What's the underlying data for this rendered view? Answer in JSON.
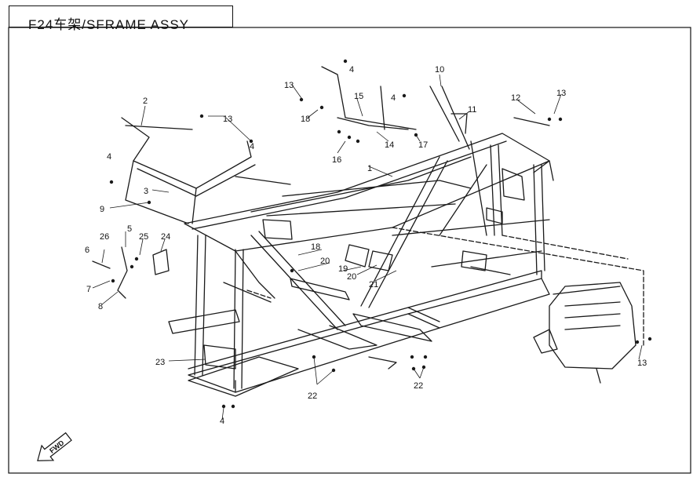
{
  "title": "F24车架/SFRAME ASSY",
  "callouts": [
    {
      "id": "c1",
      "text": "1"
    },
    {
      "id": "c2",
      "text": "2"
    },
    {
      "id": "c3",
      "text": "3"
    },
    {
      "id": "c4a",
      "text": "4"
    },
    {
      "id": "c4b",
      "text": "4"
    },
    {
      "id": "c4c",
      "text": "4"
    },
    {
      "id": "c4d",
      "text": "4"
    },
    {
      "id": "c4e",
      "text": "4"
    },
    {
      "id": "c5",
      "text": "5"
    },
    {
      "id": "c6",
      "text": "6"
    },
    {
      "id": "c7",
      "text": "7"
    },
    {
      "id": "c8",
      "text": "8"
    },
    {
      "id": "c9",
      "text": "9"
    },
    {
      "id": "c10",
      "text": "10"
    },
    {
      "id": "c11",
      "text": "11"
    },
    {
      "id": "c12",
      "text": "12"
    },
    {
      "id": "c13a",
      "text": "13"
    },
    {
      "id": "c13b",
      "text": "13"
    },
    {
      "id": "c13c",
      "text": "13"
    },
    {
      "id": "c13d",
      "text": "13"
    },
    {
      "id": "c14",
      "text": "14"
    },
    {
      "id": "c15",
      "text": "15"
    },
    {
      "id": "c16",
      "text": "16"
    },
    {
      "id": "c17",
      "text": "17"
    },
    {
      "id": "c18a",
      "text": "18"
    },
    {
      "id": "c18b",
      "text": "18"
    },
    {
      "id": "c19",
      "text": "19"
    },
    {
      "id": "c20a",
      "text": "20"
    },
    {
      "id": "c20b",
      "text": "20"
    },
    {
      "id": "c21",
      "text": "21"
    },
    {
      "id": "c22a",
      "text": "22"
    },
    {
      "id": "c22b",
      "text": "22"
    },
    {
      "id": "c23",
      "text": "23"
    },
    {
      "id": "c24",
      "text": "24"
    },
    {
      "id": "c25",
      "text": "25"
    },
    {
      "id": "c26",
      "text": "26"
    }
  ],
  "fwd_label": "FWD",
  "colors": {
    "line": "#1a1a1a",
    "background": "#ffffff"
  }
}
